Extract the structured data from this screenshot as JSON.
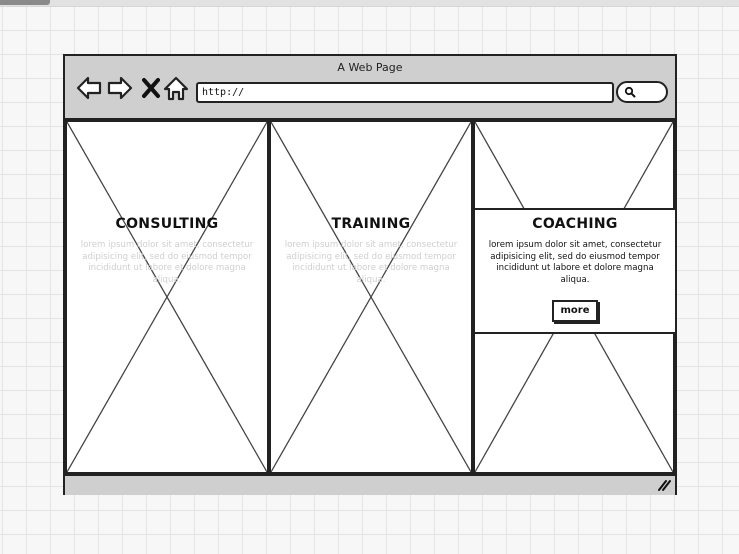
{
  "window": {
    "title": "A Web Page"
  },
  "toolbar": {
    "back_icon": "back-arrow-icon",
    "forward_icon": "forward-arrow-icon",
    "stop_icon": "close-x-icon",
    "home_icon": "home-icon"
  },
  "address_bar": {
    "value": "http://"
  },
  "search": {
    "icon": "search-icon"
  },
  "panels": [
    {
      "title": "CONSULTING",
      "body": "lorem ipsum dolor sit amet, consectetur adipisicing elit, sed do eiusmod tempor incididunt ut labore et dolore magna aliqua."
    },
    {
      "title": "TRAINING",
      "body": "lorem ipsum dolor sit amet, consectetur adipisicing elit, sed do eiusmod tempor incididunt ut labore et dolore magna aliqua."
    },
    {
      "title": "COACHING",
      "body": "lorem ipsum dolor sit amet, consectetur adipisicing elit, sed do eiusmod tempor incididunt ut labore et dolore magna aliqua.",
      "button_label": "more"
    }
  ],
  "status_bar": {
    "grip_icon": "resize-grip-icon"
  },
  "colors": {
    "chrome": "#cfcfcf",
    "stroke": "#222222",
    "faded_text": "#cfcfcf"
  }
}
